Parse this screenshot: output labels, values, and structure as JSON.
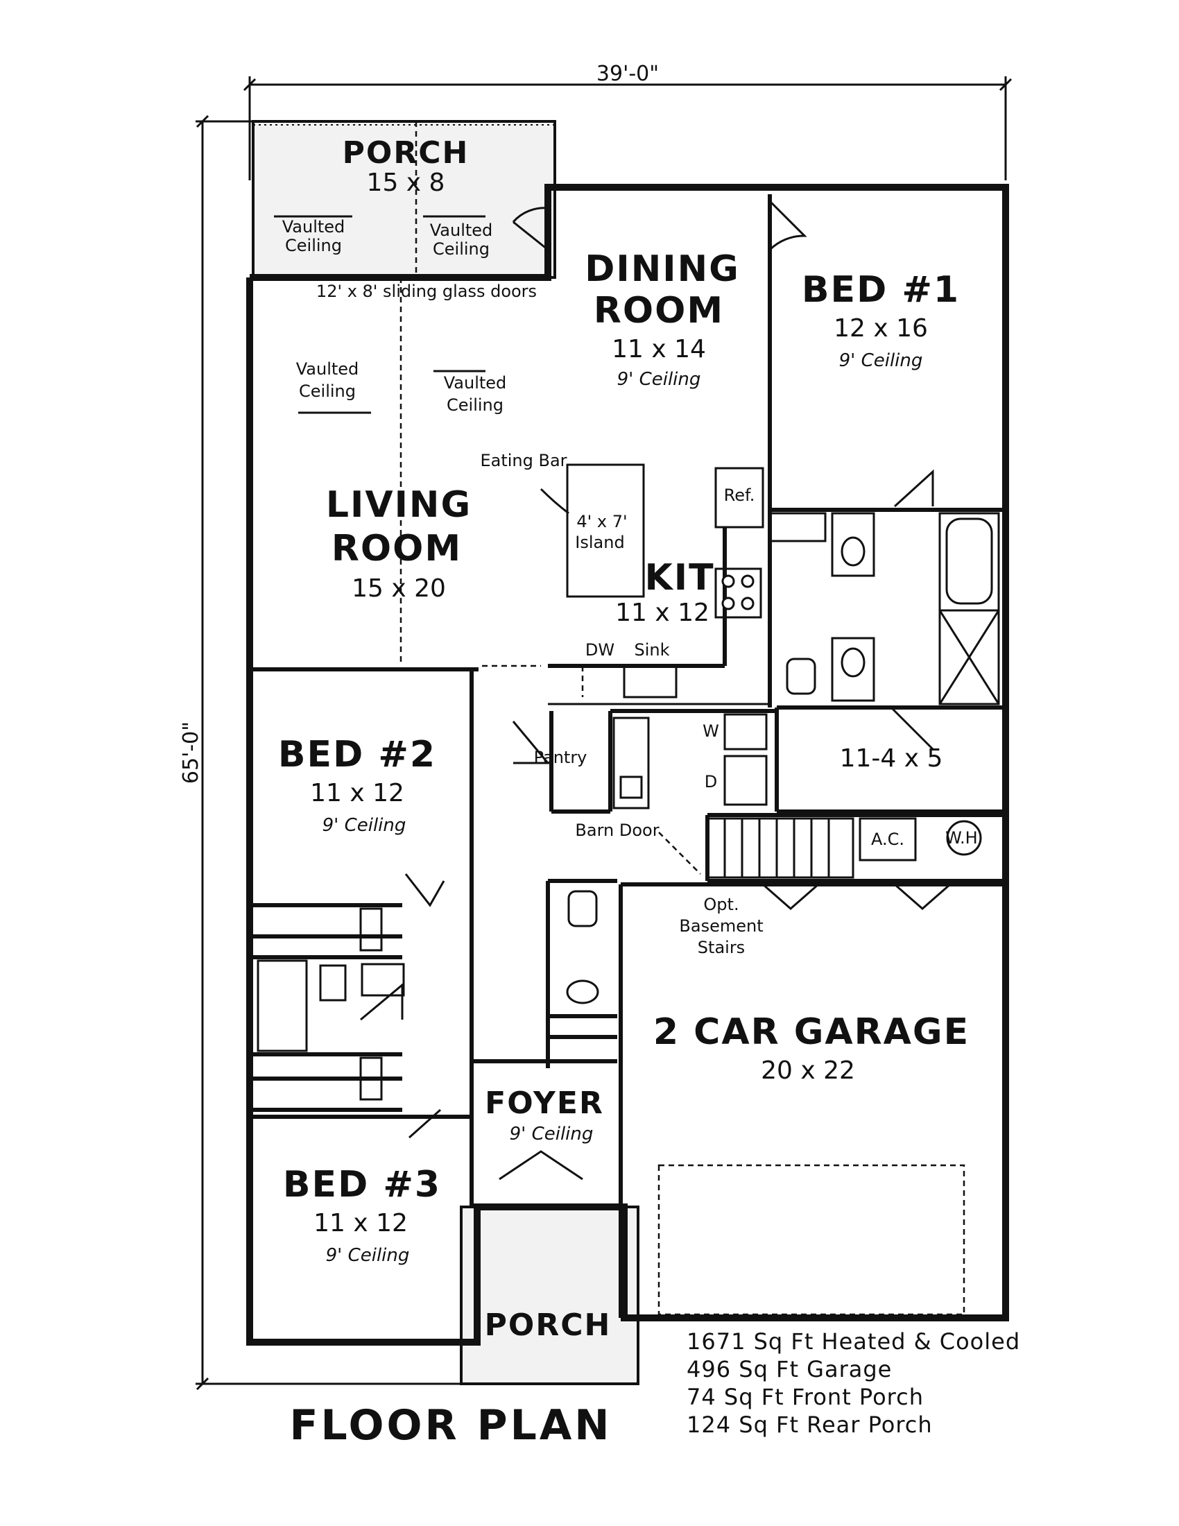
{
  "dimensions": {
    "width": "39'-0\"",
    "depth": "65'-0\""
  },
  "rooms": {
    "rear_porch": {
      "name": "PORCH",
      "size": "15 x 8"
    },
    "dining": {
      "name_1": "DINING",
      "name_2": "ROOM",
      "size": "11 x 14",
      "ceiling": "9' Ceiling"
    },
    "bed1": {
      "name": "BED #1",
      "size": "12 x 16",
      "ceiling": "9' Ceiling"
    },
    "living": {
      "name_1": "LIVING",
      "name_2": "ROOM",
      "size": "15 x 20"
    },
    "kitchen": {
      "name": "KIT",
      "size": "11 x 12"
    },
    "bed2": {
      "name": "BED #2",
      "size": "11 x 12",
      "ceiling": "9' Ceiling"
    },
    "utility": {
      "size": "11-4 x 5"
    },
    "garage": {
      "name": "2 CAR GARAGE",
      "size": "20 x 22"
    },
    "foyer": {
      "name": "FOYER",
      "ceiling": "9' Ceiling"
    },
    "bed3": {
      "name": "BED #3",
      "size": "11 x 12",
      "ceiling": "9' Ceiling"
    },
    "front_porch": {
      "name": "PORCH"
    }
  },
  "notes": {
    "vaulted_1": "Vaulted",
    "ceiling_1": "Ceiling",
    "vaulted_2": "Vaulted",
    "ceiling_2": "Ceiling",
    "vaulted_3": "Vaulted",
    "ceiling_3": "Ceiling",
    "vaulted_4": "Vaulted",
    "ceiling_4": "Ceiling",
    "sliding_doors": "12' x 8' sliding glass doors",
    "eating_bar": "Eating Bar",
    "island_1": "4' x 7'",
    "island_2": "Island",
    "ref": "Ref.",
    "dw": "DW",
    "sink": "Sink",
    "pantry": "Pantry",
    "washer": "W",
    "dryer": "D",
    "barn_door": "Barn Door",
    "ac": "A.C.",
    "wh": "W.H.",
    "basement_1": "Opt.",
    "basement_2": "Basement",
    "basement_3": "Stairs"
  },
  "stats": [
    "1671 Sq Ft Heated & Cooled",
    "496 Sq Ft Garage",
    "74 Sq Ft Front Porch",
    "124 Sq Ft Rear Porch"
  ],
  "title": "FLOOR PLAN"
}
